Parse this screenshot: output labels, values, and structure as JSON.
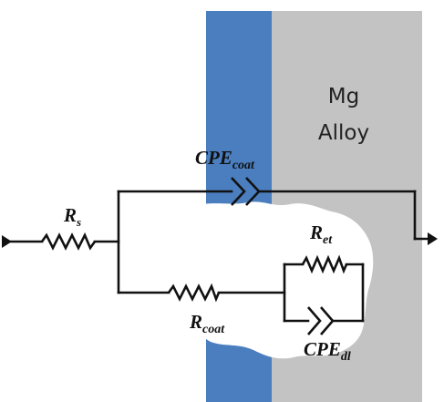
{
  "diagram": {
    "substrate_label_line1": "Mg",
    "substrate_label_line2": "Alloy",
    "components": {
      "rs": {
        "main": "R",
        "sub": "s"
      },
      "cpe_coat": {
        "main": "CPE",
        "sub": "coat"
      },
      "r_coat": {
        "main": "R",
        "sub": "coat"
      },
      "r_et": {
        "main": "R",
        "sub": "et"
      },
      "cpe_dl": {
        "main": "CPE",
        "sub": "dl"
      }
    },
    "colors": {
      "coating": "#4a7ebf",
      "alloy": "#c3c3c3",
      "wire": "#111111",
      "pit": "#ffffff"
    }
  }
}
